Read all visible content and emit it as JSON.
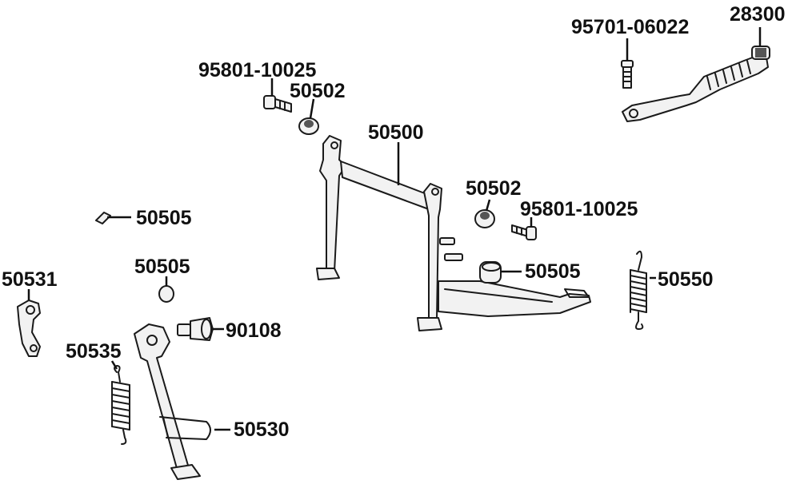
{
  "labels": {
    "p95701_06022": "95701-06022",
    "p28300": "28300",
    "p95801_10025_top": "95801-10025",
    "p50502_top": "50502",
    "p50500": "50500",
    "p50502_mid": "50502",
    "p95801_10025_mid": "95801-10025",
    "p50505_clip": "50505",
    "p50505_cap": "50505",
    "p50505_bush": "50505",
    "p50550": "50550",
    "p50531": "50531",
    "p90108": "90108",
    "p50535": "50535",
    "p50530": "50530"
  },
  "colors": {
    "line": "#1a1a1a",
    "text": "#111111",
    "fill": "#f2f2f2"
  }
}
